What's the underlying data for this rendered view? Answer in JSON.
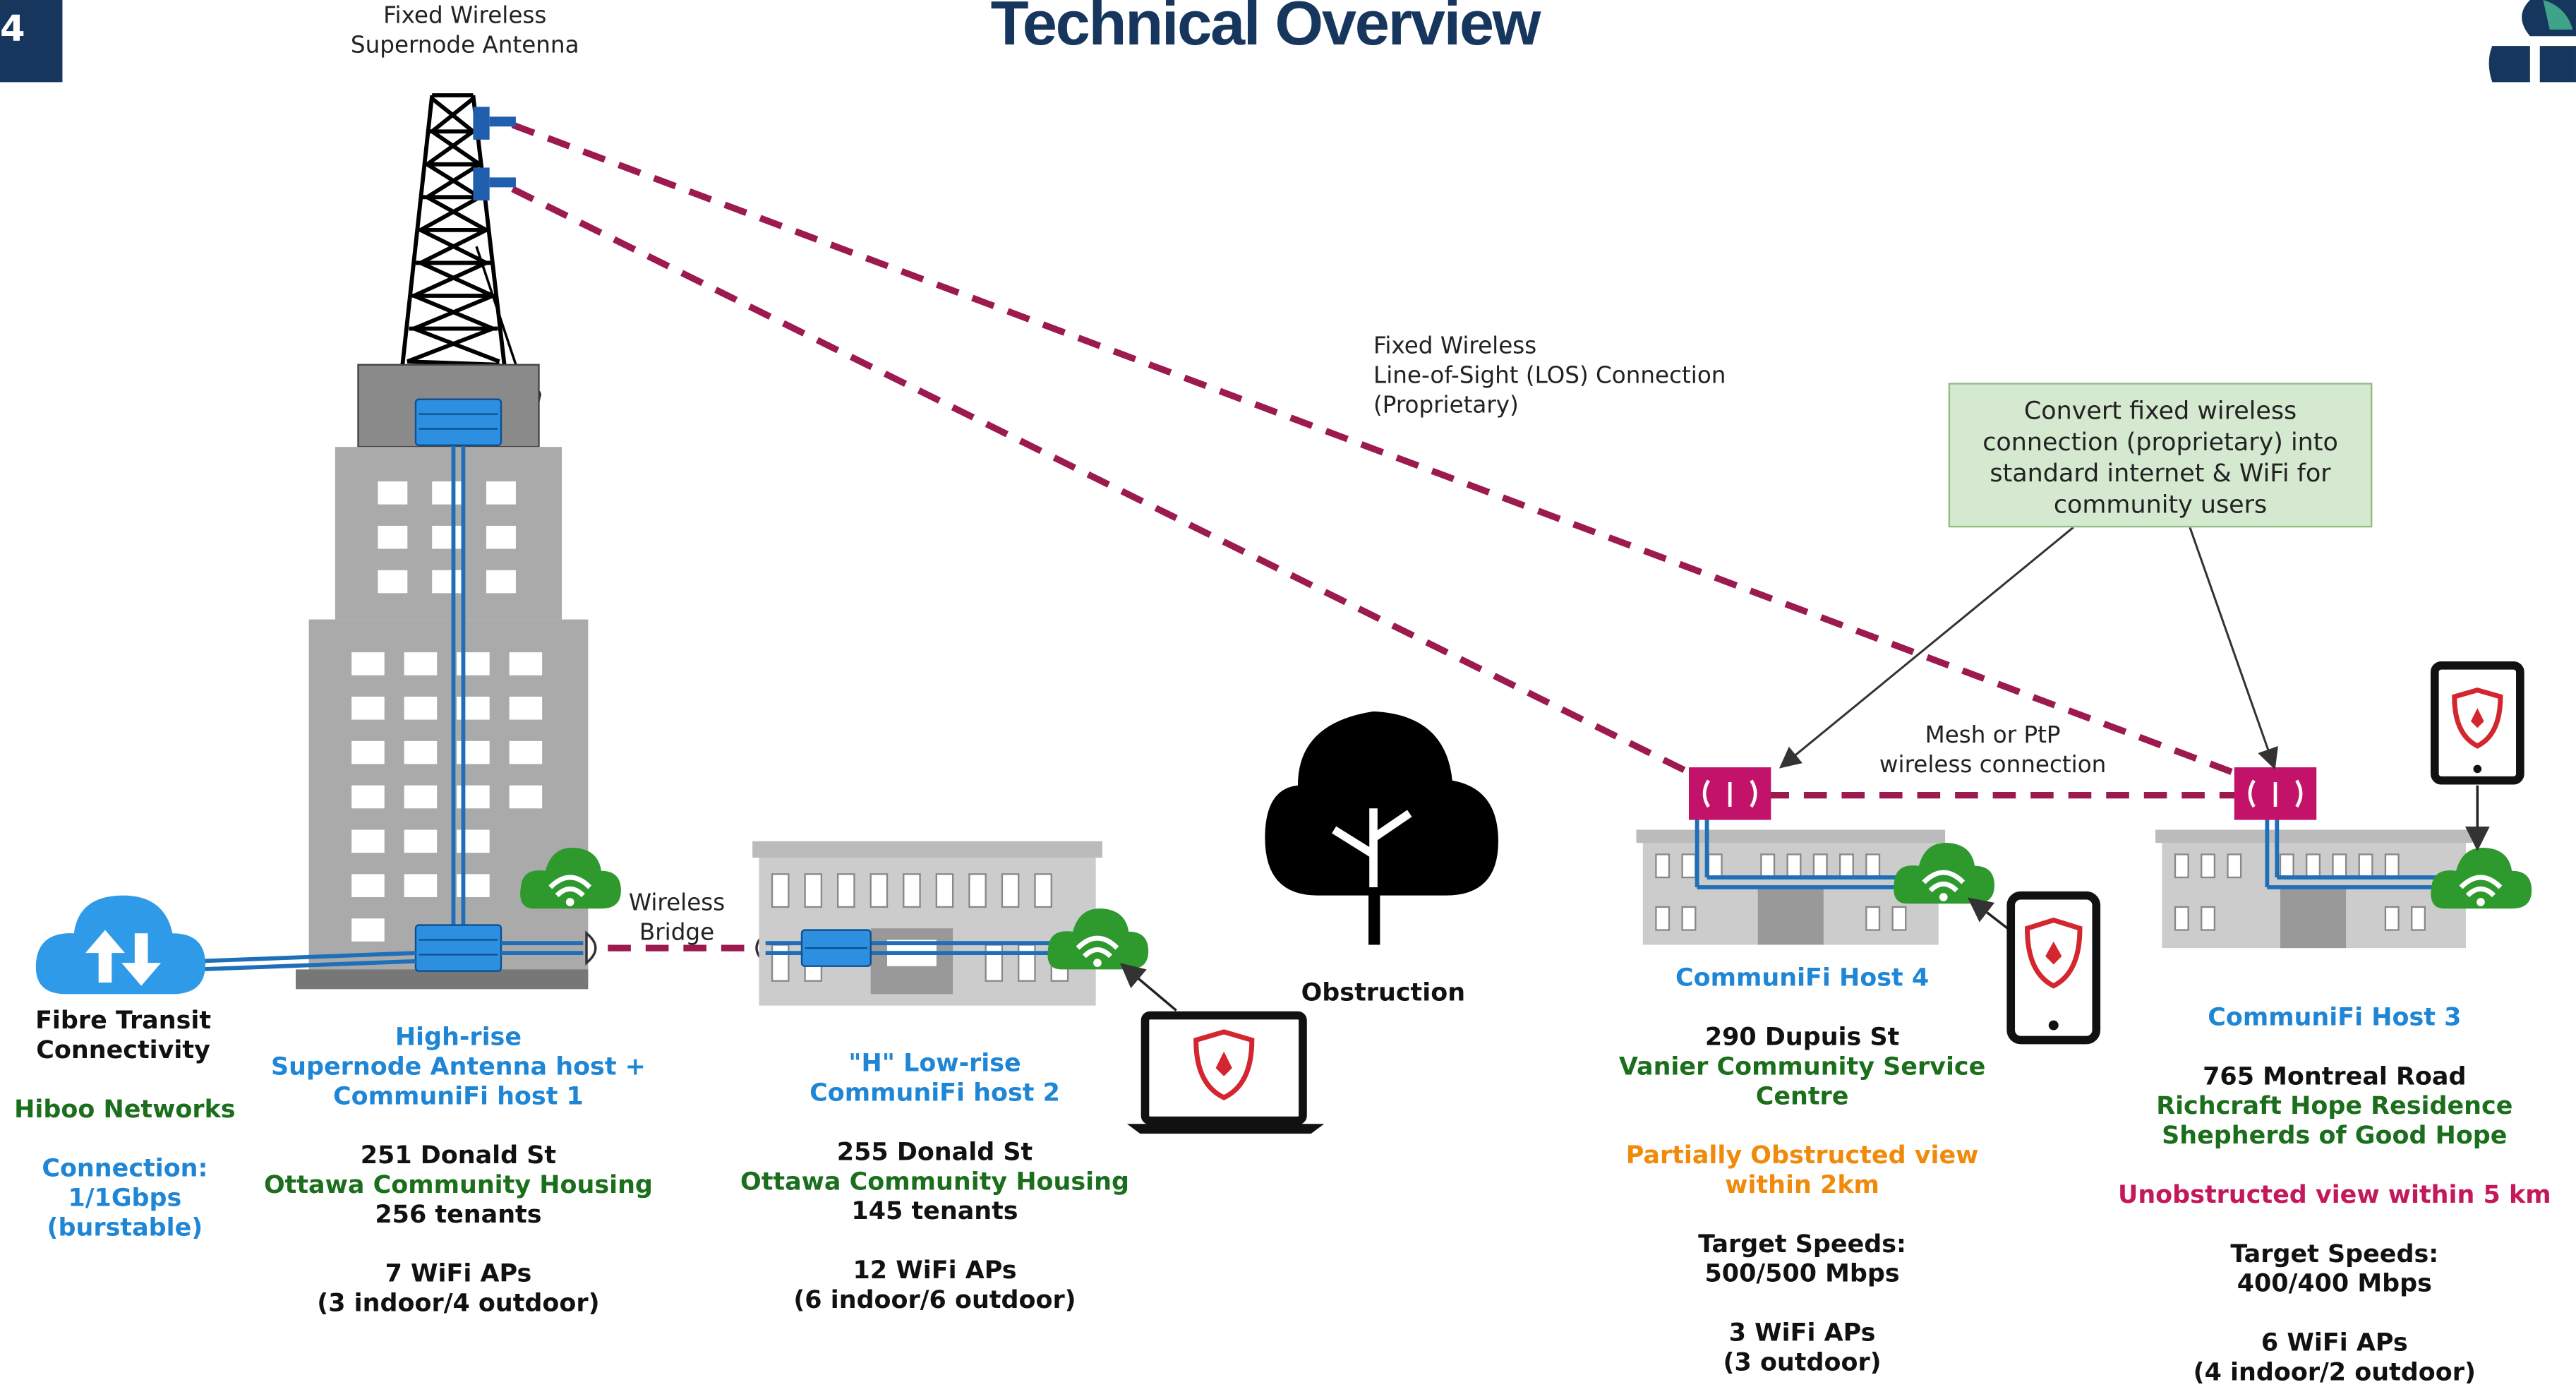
{
  "slide_number": "4",
  "title": "Technical Overview",
  "antenna_label": "Fixed Wireless\nSupernode Antenna",
  "los_label": "Fixed Wireless\nLine-of-Sight (LOS) Connection\n(Proprietary)",
  "callout": "Convert fixed wireless\nconnection (proprietary) into\nstandard internet & WiFi for\ncommunity users",
  "mesh_label": "Mesh or PtP\nwireless connection",
  "bridge_label": "Wireless\nBridge",
  "obstruction_label": "Obstruction",
  "fibre": {
    "title": "Fibre Transit\nConnectivity",
    "provider": "Hiboo Networks",
    "connection": "Connection:\n1/1Gbps\n(burstable)"
  },
  "host1": {
    "name": "High-rise\nSupernode Antenna host +\nCommuniFi host 1",
    "address": "251 Donald St",
    "org": "Ottawa Community Housing",
    "tenants": "256 tenants",
    "aps": "7 WiFi APs\n(3 indoor/4 outdoor)"
  },
  "host2": {
    "name": "\"H\" Low-rise\nCommuniFi host 2",
    "address": "255 Donald St",
    "org": "Ottawa Community Housing",
    "tenants": "145 tenants",
    "aps": "12 WiFi APs\n(6 indoor/6 outdoor)"
  },
  "host4": {
    "name": "CommuniFi Host 4",
    "address": "290 Dupuis St",
    "org": "Vanier Community Service\nCentre",
    "view": "Partially Obstructed view\nwithin 2km",
    "speeds": "Target Speeds:\n500/500 Mbps",
    "aps": "3 WiFi APs\n(3 outdoor)"
  },
  "host3": {
    "name": "CommuniFi Host 3",
    "address": "765 Montreal Road",
    "org": "Richcraft Hope Residence\nShepherds of Good Hope",
    "view": "Unobstructed view within 5 km",
    "speeds": "Target Speeds:\n400/400 Mbps",
    "aps": "6 WiFi APs\n(4 indoor/2 outdoor)"
  },
  "colors": {
    "title": "#17365d",
    "link_blue": "#1f86d6",
    "org_green": "#1b6e1b",
    "partial_orange": "#f08a0b",
    "unobstructed_magenta": "#c4185c",
    "wireless_dashes": "#9c1a4f",
    "callout_fill": "#d5e8d0"
  }
}
